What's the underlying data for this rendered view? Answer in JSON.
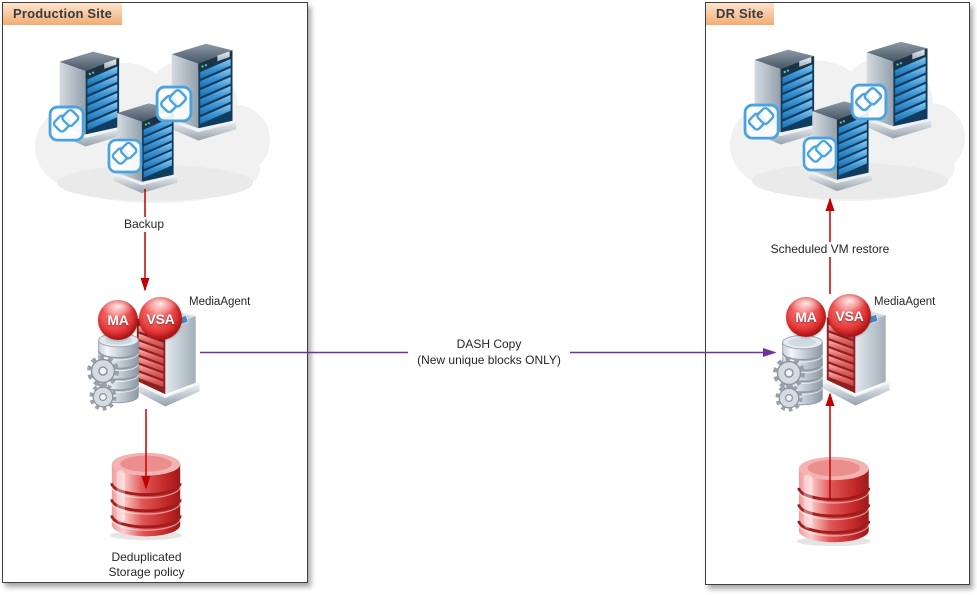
{
  "diagram": {
    "production_site": {
      "title": "Production Site",
      "backup_label": "Backup",
      "mediaagent_label": "MediaAgent",
      "ma_badge": "MA",
      "vsa_badge": "VSA",
      "storage_line1": "Deduplicated",
      "storage_line2": "Storage policy"
    },
    "replication": {
      "dash_copy_line1": "DASH Copy",
      "dash_copy_line2": "(New unique blocks ONLY)"
    },
    "dr_site": {
      "title": "DR Site",
      "restore_label": "Scheduled VM restore",
      "mediaagent_label": "MediaAgent",
      "ma_badge": "MA",
      "vsa_badge": "VSA"
    },
    "colors": {
      "arrow_red": "#C00000",
      "dash_copy_purple": "#7030A0",
      "site_tag_gradient_top": "#FCE4CF",
      "site_tag_gradient_bottom": "#F2AC73",
      "box_border": "#3F3F3F",
      "vmware_blue": "#4AA3DF"
    }
  }
}
